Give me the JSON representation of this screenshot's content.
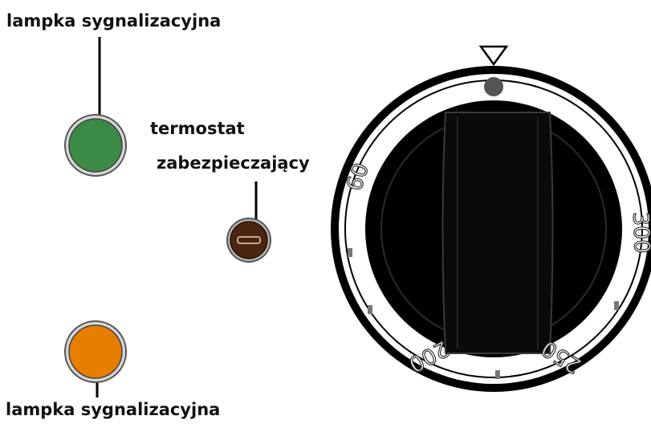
{
  "labels": {
    "lamp_top": "lampka sygnalizacyjna",
    "thermostat_line1": "termostat",
    "thermostat_line2": "zabezpieczający",
    "lamp_bottom": "lampka sygnalizacyjna"
  },
  "dial": {
    "scale": [
      "60",
      "300",
      "250",
      "200"
    ]
  },
  "colors": {
    "lamp_green": "#3b8a45",
    "lamp_orange": "#e67e00",
    "thermostat_brown": "#4a2510",
    "knob": "#000000",
    "ring": "#000000"
  }
}
